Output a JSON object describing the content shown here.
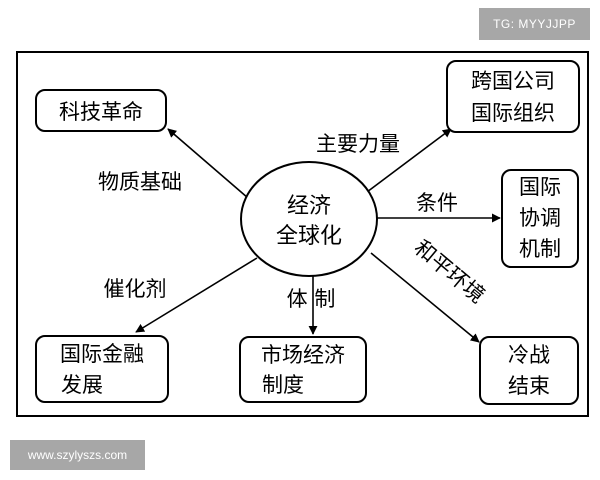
{
  "watermarks": {
    "top": "TG: MYYJJPP",
    "bottom": "www.szylyszs.com"
  },
  "center": {
    "line1": "经济",
    "line2": "全球化"
  },
  "nodes": {
    "tech": {
      "line1": "科技革命"
    },
    "org": {
      "line1": "跨国公司",
      "line2": "国际组织"
    },
    "coop": {
      "line1": "国际",
      "line2": "协调",
      "line3": "机制"
    },
    "finance": {
      "line1": "国际金融",
      "line2": "发展"
    },
    "market": {
      "line1": "市场经济",
      "line2": "制度"
    },
    "coldwar": {
      "line1": "冷战",
      "line2": "结束"
    }
  },
  "edge_labels": {
    "material": "物质基础",
    "force": "主要力量",
    "condition": "条件",
    "catalyst": "催化剂",
    "system": "体 制",
    "peace": "和平环境"
  }
}
